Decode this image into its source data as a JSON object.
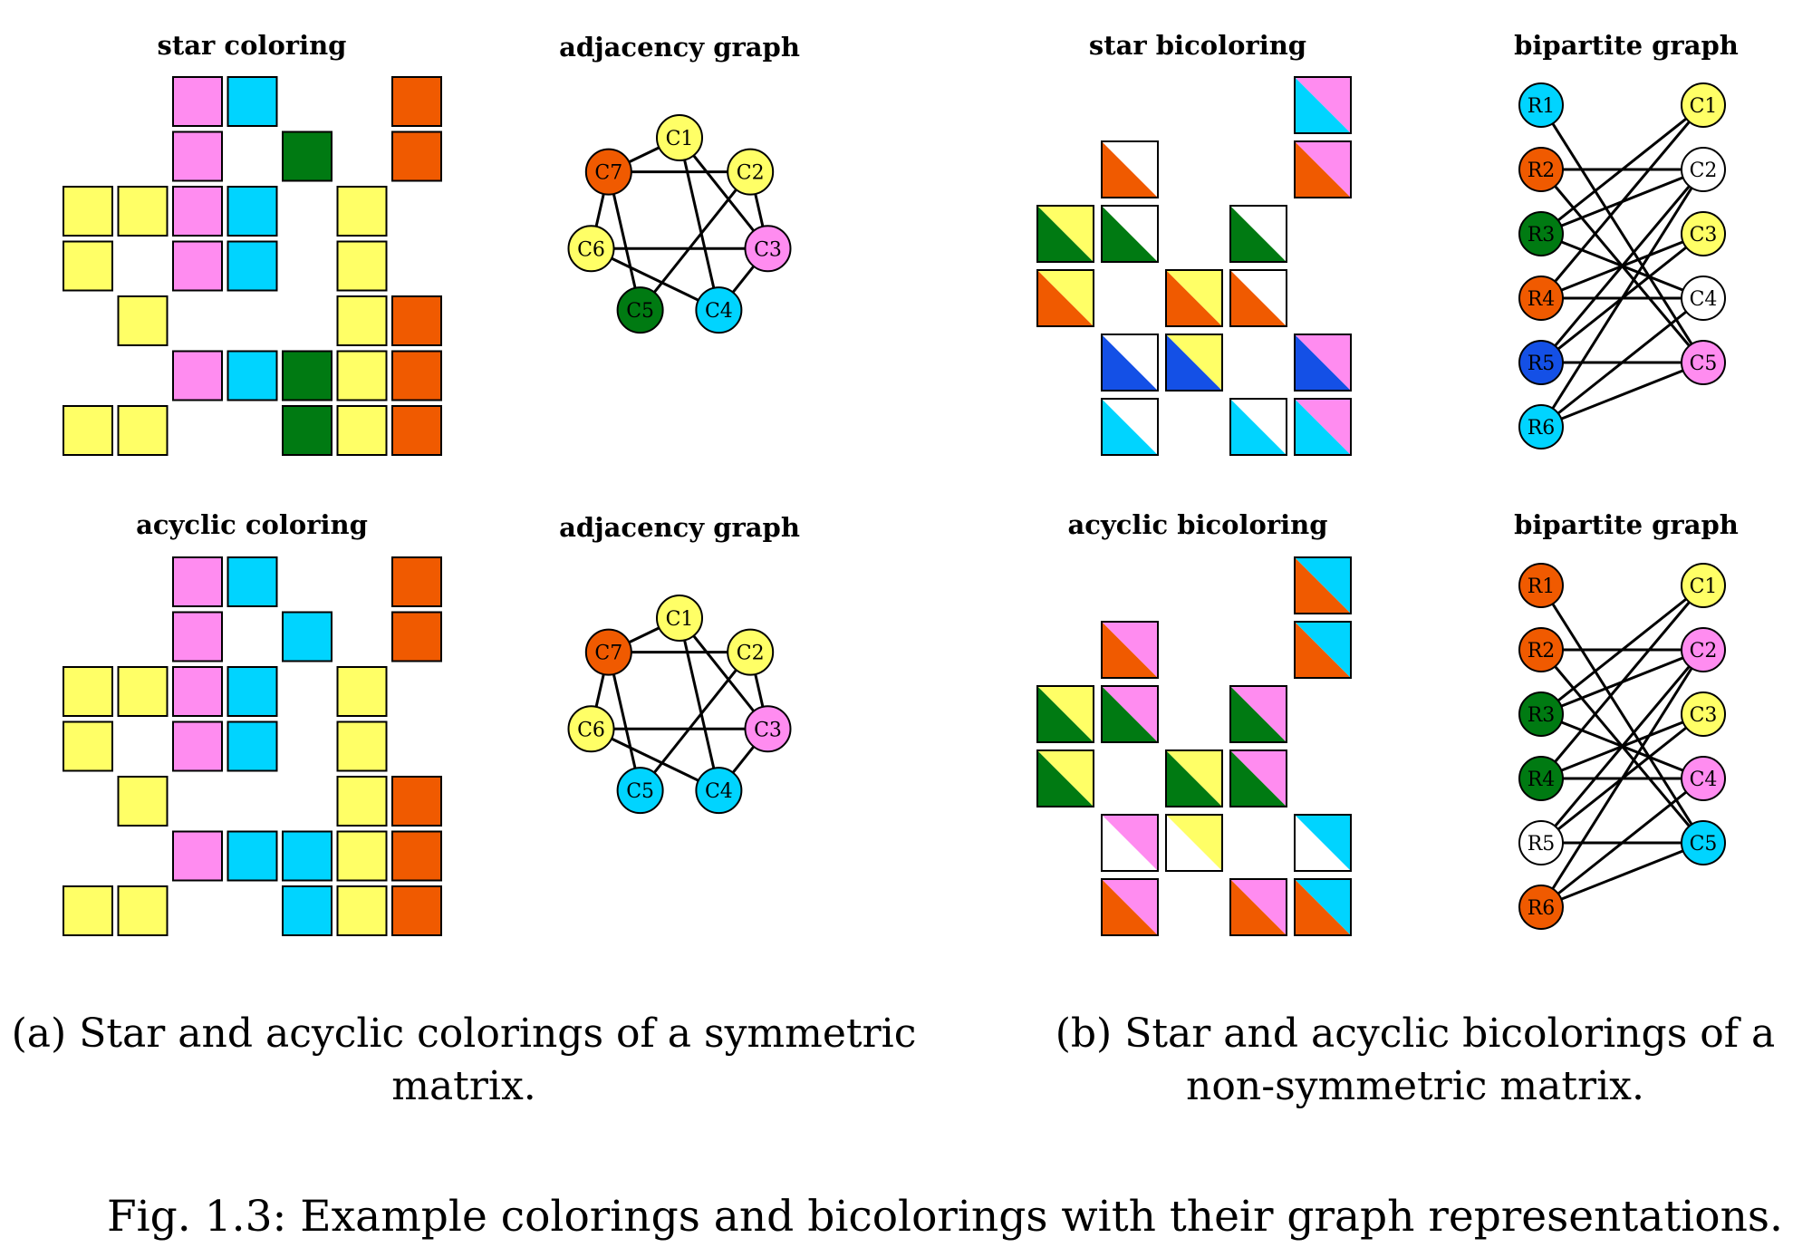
{
  "colors": {
    "yellow": "#ffff66",
    "pink": "#ff8cf0",
    "cyan": "#00d4ff",
    "green": "#007a12",
    "orange": "#f05a00",
    "blue": "#1450e6",
    "white": "#ffffff"
  },
  "titles": {
    "star_coloring": "star coloring",
    "adjacency_graph_top": "adjacency graph",
    "star_bicoloring": "star bicoloring",
    "bipartite_graph_top": "bipartite graph",
    "acyclic_coloring": "acyclic coloring",
    "adjacency_graph_bottom": "adjacency graph",
    "acyclic_bicoloring": "acyclic bicoloring",
    "bipartite_graph_bottom": "bipartite graph"
  },
  "captions": {
    "a_line1": "(a) Star and acyclic colorings of a symmetric",
    "a_line2": "matrix.",
    "b_line1": "(b) Star and acyclic bicolorings of a",
    "b_line2": "non-symmetric matrix.",
    "figure": "Fig. 1.3: Example colorings and bicolorings with their graph representations."
  },
  "star_coloring_matrix": {
    "cells": [
      [
        0,
        2,
        "pink"
      ],
      [
        0,
        3,
        "cyan"
      ],
      [
        0,
        6,
        "orange"
      ],
      [
        1,
        2,
        "pink"
      ],
      [
        1,
        4,
        "green"
      ],
      [
        1,
        6,
        "orange"
      ],
      [
        2,
        0,
        "yellow"
      ],
      [
        2,
        1,
        "yellow"
      ],
      [
        2,
        2,
        "pink"
      ],
      [
        2,
        3,
        "cyan"
      ],
      [
        2,
        5,
        "yellow"
      ],
      [
        3,
        0,
        "yellow"
      ],
      [
        3,
        2,
        "pink"
      ],
      [
        3,
        3,
        "cyan"
      ],
      [
        3,
        5,
        "yellow"
      ],
      [
        4,
        1,
        "yellow"
      ],
      [
        4,
        5,
        "yellow"
      ],
      [
        4,
        6,
        "orange"
      ],
      [
        5,
        2,
        "pink"
      ],
      [
        5,
        3,
        "cyan"
      ],
      [
        5,
        4,
        "green"
      ],
      [
        5,
        5,
        "yellow"
      ],
      [
        5,
        6,
        "orange"
      ],
      [
        6,
        0,
        "yellow"
      ],
      [
        6,
        1,
        "yellow"
      ],
      [
        6,
        4,
        "green"
      ],
      [
        6,
        5,
        "yellow"
      ],
      [
        6,
        6,
        "orange"
      ]
    ]
  },
  "acyclic_coloring_matrix": {
    "cells": [
      [
        0,
        2,
        "pink"
      ],
      [
        0,
        3,
        "cyan"
      ],
      [
        0,
        6,
        "orange"
      ],
      [
        1,
        2,
        "pink"
      ],
      [
        1,
        4,
        "cyan"
      ],
      [
        1,
        6,
        "orange"
      ],
      [
        2,
        0,
        "yellow"
      ],
      [
        2,
        1,
        "yellow"
      ],
      [
        2,
        2,
        "pink"
      ],
      [
        2,
        3,
        "cyan"
      ],
      [
        2,
        5,
        "yellow"
      ],
      [
        3,
        0,
        "yellow"
      ],
      [
        3,
        2,
        "pink"
      ],
      [
        3,
        3,
        "cyan"
      ],
      [
        3,
        5,
        "yellow"
      ],
      [
        4,
        1,
        "yellow"
      ],
      [
        4,
        5,
        "yellow"
      ],
      [
        4,
        6,
        "orange"
      ],
      [
        5,
        2,
        "pink"
      ],
      [
        5,
        3,
        "cyan"
      ],
      [
        5,
        4,
        "cyan"
      ],
      [
        5,
        5,
        "yellow"
      ],
      [
        5,
        6,
        "orange"
      ],
      [
        6,
        0,
        "yellow"
      ],
      [
        6,
        1,
        "yellow"
      ],
      [
        6,
        4,
        "cyan"
      ],
      [
        6,
        5,
        "yellow"
      ],
      [
        6,
        6,
        "orange"
      ]
    ]
  },
  "star_bicoloring_matrix": {
    "cells": [
      [
        0,
        4,
        "cyan",
        "pink"
      ],
      [
        1,
        1,
        "orange",
        "white"
      ],
      [
        1,
        4,
        "orange",
        "pink"
      ],
      [
        2,
        0,
        "green",
        "yellow"
      ],
      [
        2,
        1,
        "green",
        "white"
      ],
      [
        2,
        3,
        "green",
        "white"
      ],
      [
        3,
        0,
        "orange",
        "yellow"
      ],
      [
        3,
        2,
        "orange",
        "yellow"
      ],
      [
        3,
        3,
        "orange",
        "white"
      ],
      [
        4,
        1,
        "blue",
        "white"
      ],
      [
        4,
        2,
        "blue",
        "yellow"
      ],
      [
        4,
        4,
        "blue",
        "pink"
      ],
      [
        5,
        1,
        "cyan",
        "white"
      ],
      [
        5,
        3,
        "cyan",
        "white"
      ],
      [
        5,
        4,
        "cyan",
        "pink"
      ]
    ]
  },
  "acyclic_bicoloring_matrix": {
    "cells": [
      [
        0,
        4,
        "orange",
        "cyan"
      ],
      [
        1,
        1,
        "orange",
        "pink"
      ],
      [
        1,
        4,
        "orange",
        "cyan"
      ],
      [
        2,
        0,
        "green",
        "yellow"
      ],
      [
        2,
        1,
        "green",
        "pink"
      ],
      [
        2,
        3,
        "green",
        "pink"
      ],
      [
        3,
        0,
        "green",
        "yellow"
      ],
      [
        3,
        2,
        "green",
        "yellow"
      ],
      [
        3,
        3,
        "green",
        "pink"
      ],
      [
        4,
        1,
        "white",
        "pink"
      ],
      [
        4,
        2,
        "white",
        "yellow"
      ],
      [
        4,
        4,
        "white",
        "cyan"
      ],
      [
        5,
        1,
        "orange",
        "pink"
      ],
      [
        5,
        3,
        "orange",
        "pink"
      ],
      [
        5,
        4,
        "orange",
        "cyan"
      ]
    ]
  },
  "adjacency_graph_star": {
    "nodes": [
      {
        "id": "C1",
        "label": "C1",
        "color": "yellow"
      },
      {
        "id": "C2",
        "label": "C2",
        "color": "yellow"
      },
      {
        "id": "C3",
        "label": "C3",
        "color": "pink"
      },
      {
        "id": "C4",
        "label": "C4",
        "color": "cyan"
      },
      {
        "id": "C5",
        "label": "C5",
        "color": "green"
      },
      {
        "id": "C6",
        "label": "C6",
        "color": "yellow"
      },
      {
        "id": "C7",
        "label": "C7",
        "color": "orange"
      }
    ],
    "edges": [
      [
        "C1",
        "C7"
      ],
      [
        "C1",
        "C3"
      ],
      [
        "C1",
        "C4"
      ],
      [
        "C7",
        "C2"
      ],
      [
        "C7",
        "C6"
      ],
      [
        "C7",
        "C5"
      ],
      [
        "C2",
        "C3"
      ],
      [
        "C2",
        "C5"
      ],
      [
        "C6",
        "C3"
      ],
      [
        "C6",
        "C4"
      ],
      [
        "C3",
        "C4"
      ]
    ]
  },
  "adjacency_graph_acyclic": {
    "nodes": [
      {
        "id": "C1",
        "label": "C1",
        "color": "yellow"
      },
      {
        "id": "C2",
        "label": "C2",
        "color": "yellow"
      },
      {
        "id": "C3",
        "label": "C3",
        "color": "pink"
      },
      {
        "id": "C4",
        "label": "C4",
        "color": "cyan"
      },
      {
        "id": "C5",
        "label": "C5",
        "color": "cyan"
      },
      {
        "id": "C6",
        "label": "C6",
        "color": "yellow"
      },
      {
        "id": "C7",
        "label": "C7",
        "color": "orange"
      }
    ],
    "edges": [
      [
        "C1",
        "C7"
      ],
      [
        "C1",
        "C3"
      ],
      [
        "C1",
        "C4"
      ],
      [
        "C7",
        "C2"
      ],
      [
        "C7",
        "C6"
      ],
      [
        "C7",
        "C5"
      ],
      [
        "C2",
        "C3"
      ],
      [
        "C2",
        "C5"
      ],
      [
        "C6",
        "C3"
      ],
      [
        "C6",
        "C4"
      ],
      [
        "C3",
        "C4"
      ]
    ]
  },
  "bipartite_graph_star": {
    "rows": [
      {
        "label": "R1",
        "color": "cyan"
      },
      {
        "label": "R2",
        "color": "orange"
      },
      {
        "label": "R3",
        "color": "green"
      },
      {
        "label": "R4",
        "color": "orange"
      },
      {
        "label": "R5",
        "color": "blue"
      },
      {
        "label": "R6",
        "color": "cyan"
      }
    ],
    "cols": [
      {
        "label": "C1",
        "color": "yellow"
      },
      {
        "label": "C2",
        "color": "white"
      },
      {
        "label": "C3",
        "color": "yellow"
      },
      {
        "label": "C4",
        "color": "white"
      },
      {
        "label": "C5",
        "color": "pink"
      }
    ],
    "edges": [
      [
        1,
        1
      ],
      [
        0,
        4
      ],
      [
        2,
        0
      ],
      [
        2,
        1
      ],
      [
        2,
        3
      ],
      [
        3,
        0
      ],
      [
        3,
        2
      ],
      [
        3,
        3
      ],
      [
        4,
        1
      ],
      [
        4,
        2
      ],
      [
        4,
        4
      ],
      [
        5,
        1
      ],
      [
        5,
        3
      ],
      [
        5,
        4
      ],
      [
        1,
        4
      ]
    ]
  },
  "bipartite_graph_acyclic": {
    "rows": [
      {
        "label": "R1",
        "color": "orange"
      },
      {
        "label": "R2",
        "color": "orange"
      },
      {
        "label": "R3",
        "color": "green"
      },
      {
        "label": "R4",
        "color": "green"
      },
      {
        "label": "R5",
        "color": "white"
      },
      {
        "label": "R6",
        "color": "orange"
      }
    ],
    "cols": [
      {
        "label": "C1",
        "color": "yellow"
      },
      {
        "label": "C2",
        "color": "pink"
      },
      {
        "label": "C3",
        "color": "yellow"
      },
      {
        "label": "C4",
        "color": "pink"
      },
      {
        "label": "C5",
        "color": "cyan"
      }
    ],
    "edges": [
      [
        1,
        1
      ],
      [
        0,
        4
      ],
      [
        2,
        0
      ],
      [
        2,
        1
      ],
      [
        2,
        3
      ],
      [
        3,
        0
      ],
      [
        3,
        2
      ],
      [
        3,
        3
      ],
      [
        4,
        1
      ],
      [
        4,
        2
      ],
      [
        4,
        4
      ],
      [
        5,
        1
      ],
      [
        5,
        3
      ],
      [
        5,
        4
      ],
      [
        1,
        4
      ]
    ]
  }
}
